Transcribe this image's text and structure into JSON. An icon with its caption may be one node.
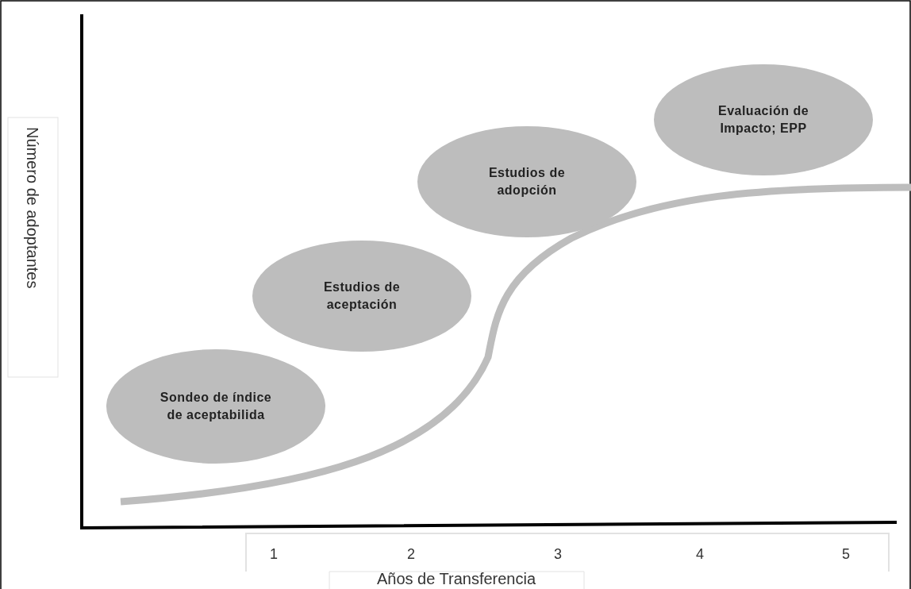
{
  "diagram": {
    "nodes": [
      {
        "text": [
          "Sondeo de índice de aceptabilida"
        ]
      },
      {
        "text": [
          "Estudios de aceptación"
        ]
      },
      {
        "text": [
          "Estudios de adopción"
        ]
      },
      {
        "text": [
          "Evaluación de Impacto; EPP"
        ]
      }
    ],
    "labels": [
      "Número de adoptantes",
      "1",
      "2",
      "3",
      "4",
      "5",
      "Años de Transferencia"
    ]
  }
}
